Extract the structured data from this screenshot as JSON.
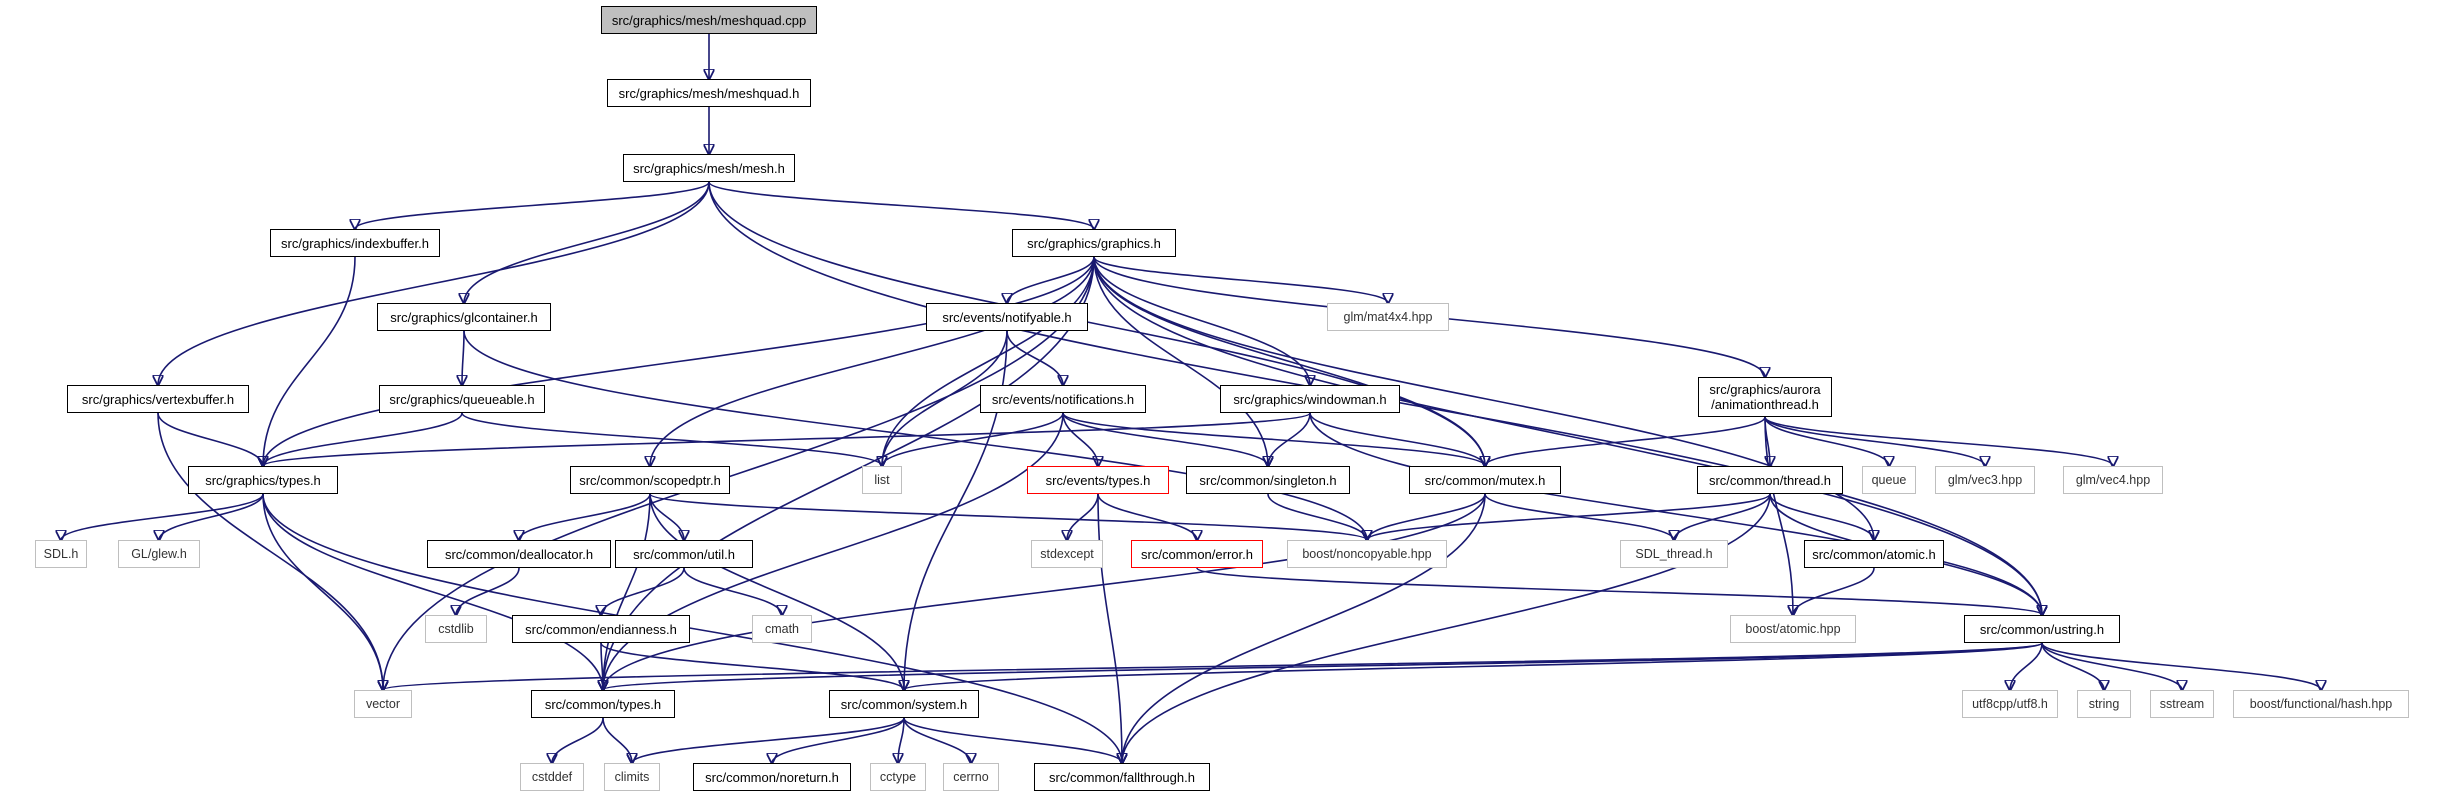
{
  "graph": {
    "nodes": {
      "meshquad_cpp": "src/graphics/mesh/meshquad.cpp",
      "meshquad_h": "src/graphics/mesh/meshquad.h",
      "mesh_h": "src/graphics/mesh/mesh.h",
      "indexbuffer_h": "src/graphics/indexbuffer.h",
      "graphics_h": "src/graphics/graphics.h",
      "glcontainer_h": "src/graphics/glcontainer.h",
      "notifyable_h": "src/events/notifyable.h",
      "glm_mat4": "glm/mat4x4.hpp",
      "vertexbuffer_h": "src/graphics/vertexbuffer.h",
      "queueable_h": "src/graphics/queueable.h",
      "notifications_h": "src/events/notifications.h",
      "windowman_h": "src/graphics/windowman.h",
      "animationthread_h": "src/graphics/aurora\n/animationthread.h",
      "graphics_types_h": "src/graphics/types.h",
      "list": "list",
      "events_types_h": "src/events/types.h",
      "scopedptr_h": "src/common/scopedptr.h",
      "singleton_h": "src/common/singleton.h",
      "mutex_h": "src/common/mutex.h",
      "thread_h": "src/common/thread.h",
      "queue": "queue",
      "glm_vec3": "glm/vec3.hpp",
      "glm_vec4": "glm/vec4.hpp",
      "sdl_h": "SDL.h",
      "glew_h": "GL/glew.h",
      "deallocator_h": "src/common/deallocator.h",
      "util_h": "src/common/util.h",
      "stdexcept": "stdexcept",
      "error_h": "src/common/error.h",
      "noncopyable": "boost/noncopyable.hpp",
      "sdl_thread": "SDL_thread.h",
      "atomic_h": "src/common/atomic.h",
      "cstdlib": "cstdlib",
      "cmath": "cmath",
      "endianness_h": "src/common/endianness.h",
      "boost_atomic": "boost/atomic.hpp",
      "ustring_h": "src/common/ustring.h",
      "vector": "vector",
      "common_types_h": "src/common/types.h",
      "system_h": "src/common/system.h",
      "utf8": "utf8cpp/utf8.h",
      "string": "string",
      "sstream": "sstream",
      "boost_hash": "boost/functional/hash.hpp",
      "cstddef": "cstddef",
      "climits": "climits",
      "noreturn_h": "src/common/noreturn.h",
      "cctype": "cctype",
      "cerrno": "cerrno",
      "fallthrough_h": "src/common/fallthrough.h"
    },
    "colors": {
      "edge": "#191970",
      "root_fill": "#bfbfbf",
      "missing_border": "#ff0000",
      "system_border": "#bfbfbf"
    }
  }
}
